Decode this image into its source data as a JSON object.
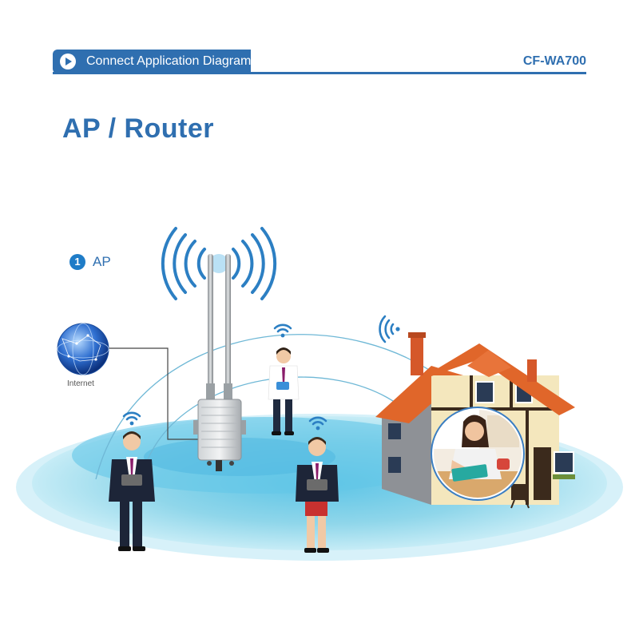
{
  "banner": {
    "title": "Connect Application Diagram",
    "model": "CF-WA700"
  },
  "title": "AP /  Router",
  "mode": {
    "number": "1",
    "label": "AP"
  },
  "internet": {
    "label": "Internet"
  },
  "colors": {
    "accent": "#2f6fb0",
    "floor": "#8fd6ea",
    "roof": "#e0662a",
    "tie": "#8a1d6b"
  },
  "icons": [
    "play-icon",
    "globe-icon",
    "wifi-icon",
    "signal-waves-icon"
  ]
}
